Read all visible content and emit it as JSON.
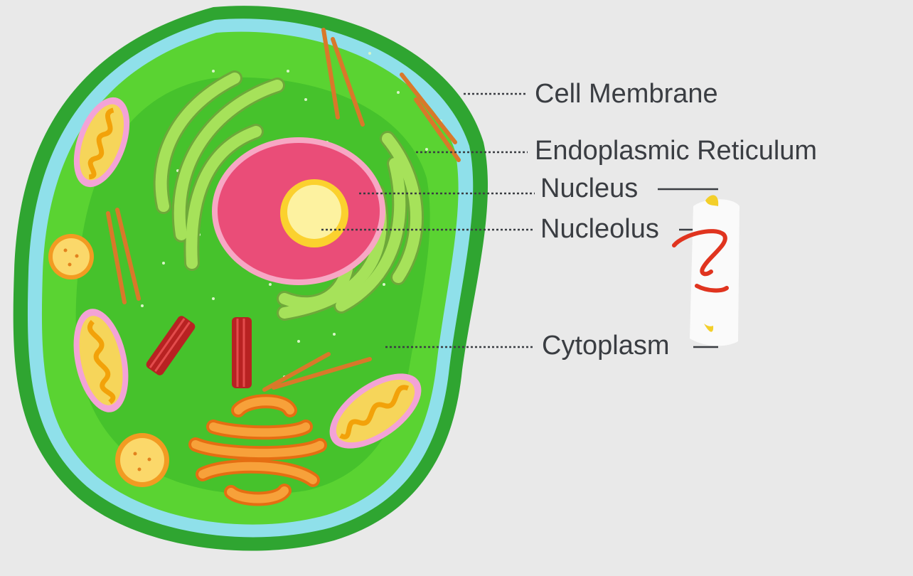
{
  "labels": {
    "cell_membrane": "Cell Membrane",
    "endoplasmic_reticulum": "Endoplasmic Reticulum",
    "nucleus": "Nucleus",
    "nucleolus": "Nucleolus",
    "cytoplasm": "Cytoplasm"
  },
  "annotation": {
    "question_mark": "?",
    "ink_color": "#e0341f"
  },
  "colors": {
    "background": "#e9e9e9",
    "outer_membrane": "#2fa531",
    "membrane_band": "#8fe0ea",
    "cytoplasm_outer": "#5ad332",
    "cytoplasm_inner": "#46c22c",
    "nucleus": "#ea4d78",
    "nucleus_rim": "#f7a7c4",
    "nucleolus": "#fbe84f",
    "golgi": "#f58b1e",
    "er": "#a6e25a",
    "mitochondria": "#f3a3d6",
    "centriole": "#d62f2f",
    "label_text": "#3a3d42"
  }
}
